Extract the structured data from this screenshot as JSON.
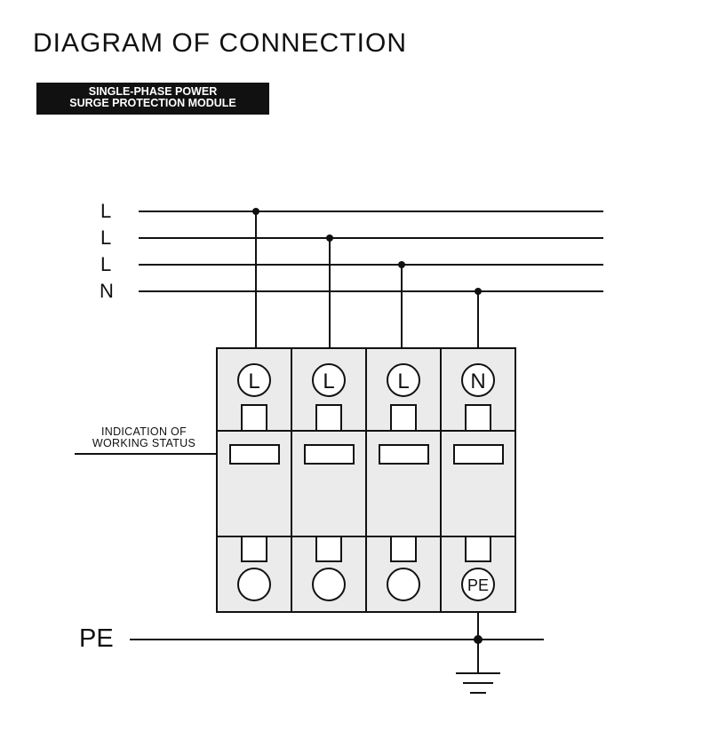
{
  "title": "DIAGRAM OF CONNECTION",
  "badge": {
    "line1": "SINGLE-PHASE POWER",
    "line2": "SURGE PROTECTION MODULE"
  },
  "wires": {
    "l1": "L",
    "l2": "L",
    "l3": "L",
    "n": "N"
  },
  "modules": [
    {
      "top_terminal": "L",
      "bottom_terminal": ""
    },
    {
      "top_terminal": "L",
      "bottom_terminal": ""
    },
    {
      "top_terminal": "L",
      "bottom_terminal": ""
    },
    {
      "top_terminal": "N",
      "bottom_terminal": "PE"
    }
  ],
  "status_label": {
    "line1": "INDICATION OF",
    "line2": "WORKING STATUS"
  },
  "pe_label": "PE",
  "colors": {
    "line": "#111111",
    "module_fill": "#ebebeb",
    "badge_bg": "#111111",
    "badge_text": "#ffffff"
  }
}
